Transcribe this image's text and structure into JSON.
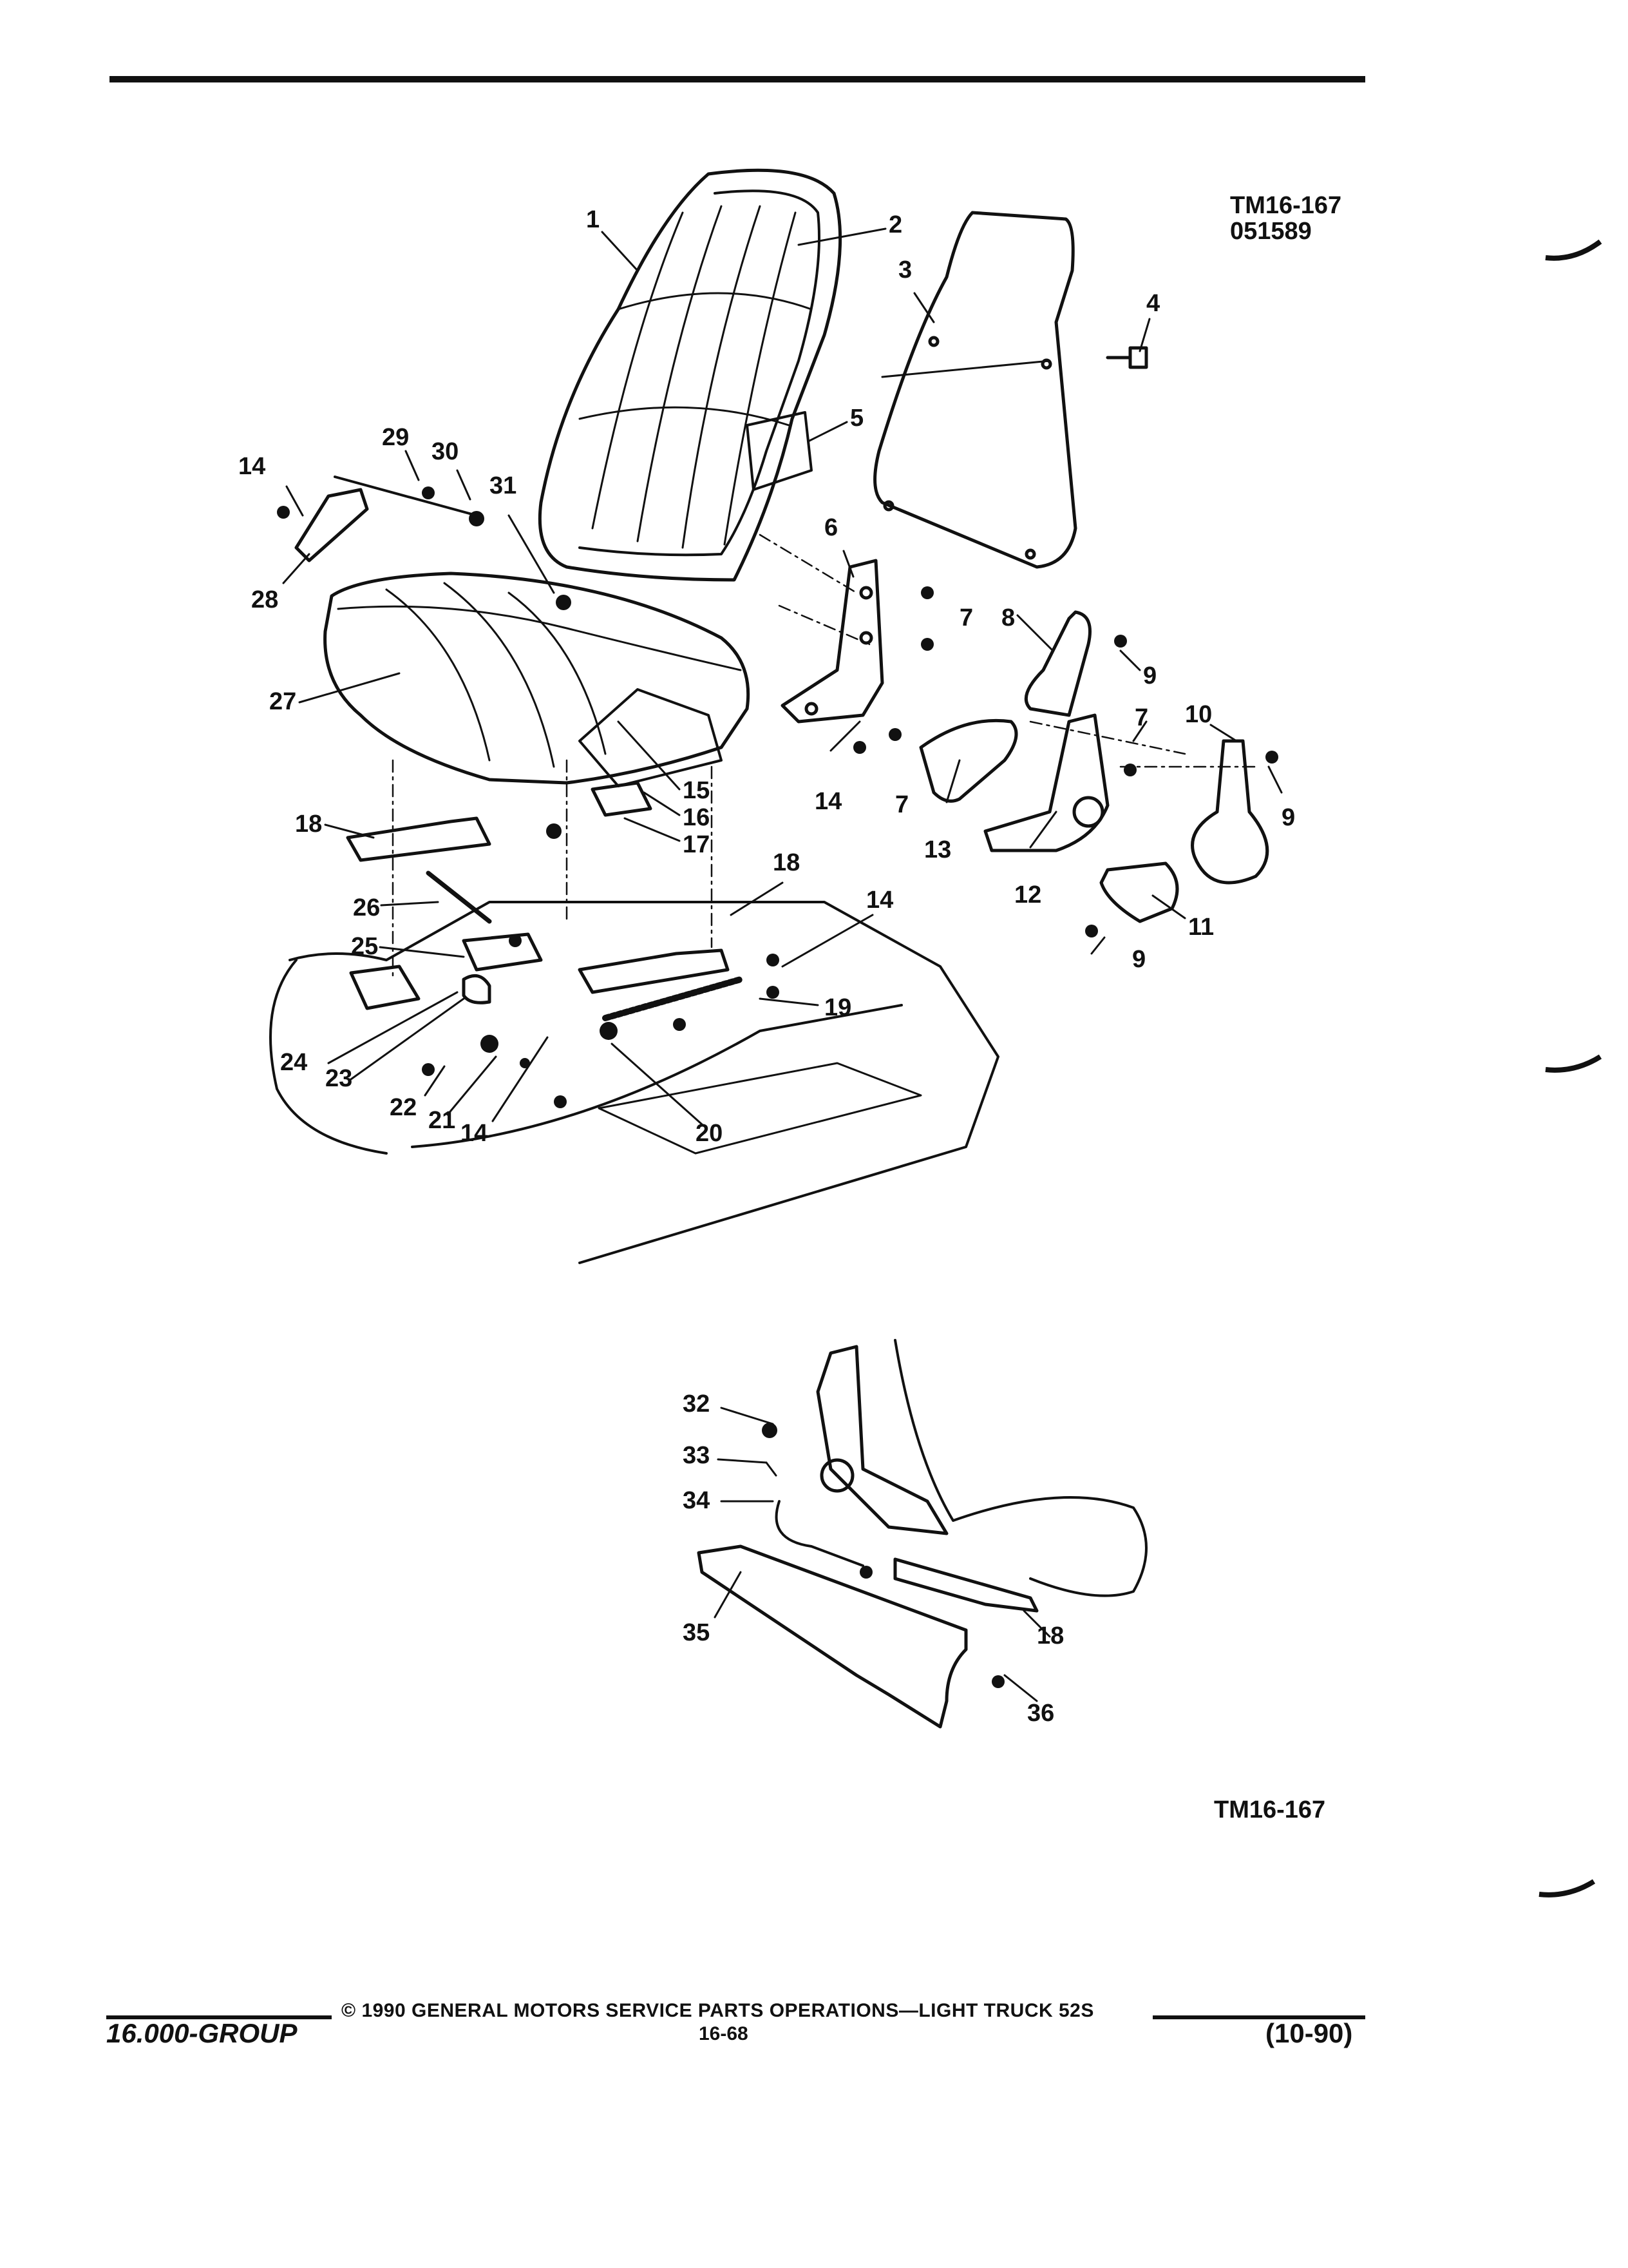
{
  "figure": {
    "id_top": "TM16-167",
    "id_date": "051589",
    "id_bottom": "TM16-167"
  },
  "callouts": {
    "c1": "1",
    "c2": "2",
    "c3": "3",
    "c4": "4",
    "c5": "5",
    "c6": "6",
    "c7a": "7",
    "c7b": "7",
    "c7c": "7",
    "c8": "8",
    "c9a": "9",
    "c9b": "9",
    "c9c": "9",
    "c10": "10",
    "c11": "11",
    "c12": "12",
    "c13": "13",
    "c14a": "14",
    "c14b": "14",
    "c14c": "14",
    "c14d": "14",
    "c15": "15",
    "c16": "16",
    "c17": "17",
    "c18a": "18",
    "c18b": "18",
    "c18c": "18",
    "c19": "19",
    "c20": "20",
    "c21": "21",
    "c22": "22",
    "c23": "23",
    "c24": "24",
    "c25": "25",
    "c26": "26",
    "c27": "27",
    "c28": "28",
    "c29": "29",
    "c30": "30",
    "c31": "31",
    "c32": "32",
    "c33": "33",
    "c34": "34",
    "c35": "35",
    "c36": "36"
  },
  "footer": {
    "group": "16.000-GROUP",
    "copyright": "© 1990 GENERAL MOTORS SERVICE PARTS OPERATIONS—LIGHT TRUCK 52S",
    "page": "16-68",
    "date": "(10-90)"
  }
}
